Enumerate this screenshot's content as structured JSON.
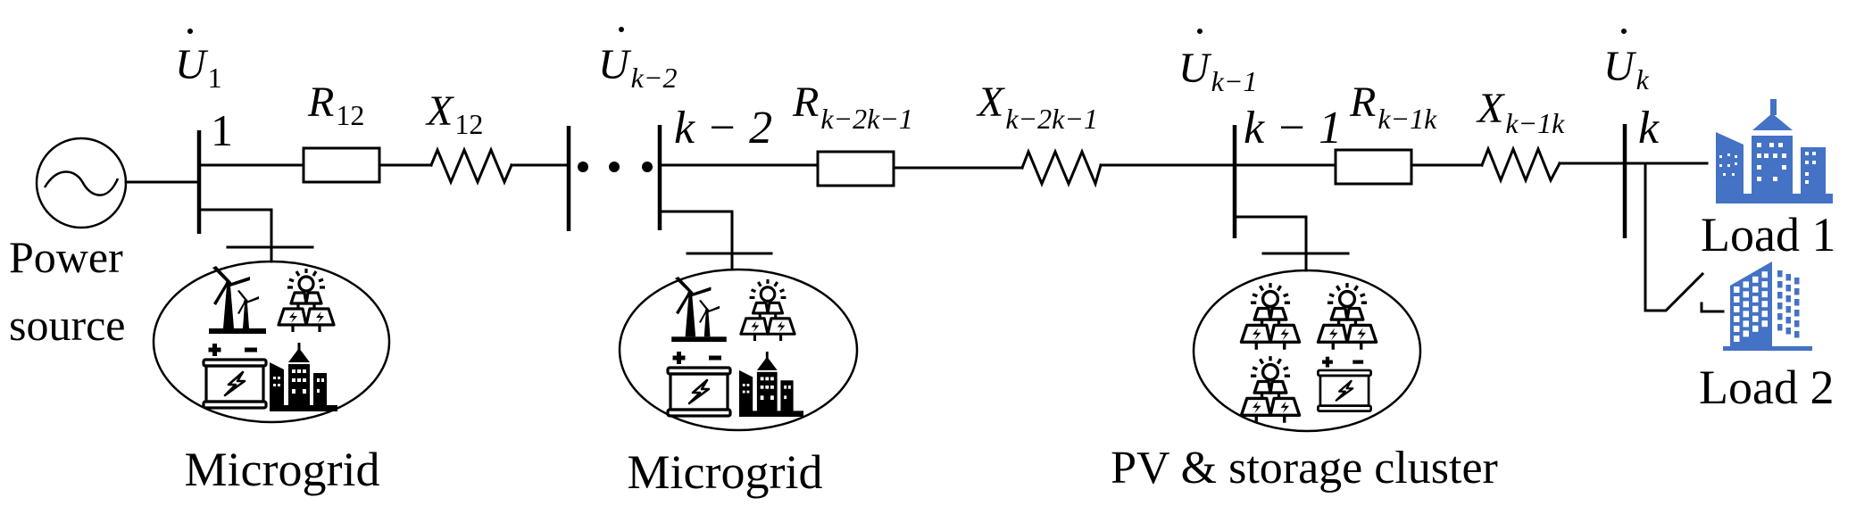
{
  "diagram": {
    "type": "radial distribution network single-line diagram",
    "source": {
      "label_line1": "Power",
      "label_line2": "source",
      "icon": "ac-generator-icon"
    },
    "buses": [
      {
        "id": "1",
        "node_label": "1",
        "voltage_symbol": "U",
        "voltage_sub": "1"
      },
      {
        "id": "k-2",
        "node_label": "k − 2",
        "voltage_symbol": "U",
        "voltage_sub": "k−2"
      },
      {
        "id": "k-1",
        "node_label": "k − 1",
        "voltage_symbol": "U",
        "voltage_sub": "k−1"
      },
      {
        "id": "k",
        "node_label": "k",
        "voltage_symbol": "U",
        "voltage_sub": "k"
      }
    ],
    "ellipsis": "• • •",
    "lines": [
      {
        "from": "1",
        "to": "2",
        "resistance": {
          "symbol": "R",
          "sub": "12"
        },
        "reactance": {
          "symbol": "X",
          "sub": "12"
        }
      },
      {
        "from": "k-2",
        "to": "k-1",
        "resistance": {
          "symbol": "R",
          "sub": "k−2k−1"
        },
        "reactance": {
          "symbol": "X",
          "sub": "k−2k−1"
        }
      },
      {
        "from": "k-1",
        "to": "k",
        "resistance": {
          "symbol": "R",
          "sub": "k−1k"
        },
        "reactance": {
          "symbol": "X",
          "sub": "k−1k"
        }
      }
    ],
    "clusters": [
      {
        "bus": "1",
        "label": "Microgrid",
        "icons": [
          "wind-turbine-icon",
          "solar-panel-icon",
          "battery-icon",
          "city-buildings-icon"
        ]
      },
      {
        "bus": "k-2",
        "label": "Microgrid",
        "icons": [
          "wind-turbine-icon",
          "solar-panel-icon",
          "battery-icon",
          "city-buildings-icon"
        ]
      },
      {
        "bus": "k-1",
        "label": "PV & storage cluster",
        "icons": [
          "solar-panel-icon",
          "solar-panel-icon",
          "solar-panel-icon",
          "battery-icon"
        ]
      }
    ],
    "loads": [
      {
        "label": "Load 1",
        "connection": "direct",
        "icon": "city-buildings-icon"
      },
      {
        "label": "Load 2",
        "connection": "switch (open)",
        "icon": "office-building-icon"
      }
    ],
    "colors": {
      "line": "#000000",
      "load_icon": "#4472C4",
      "background": "#FFFFFF"
    }
  }
}
